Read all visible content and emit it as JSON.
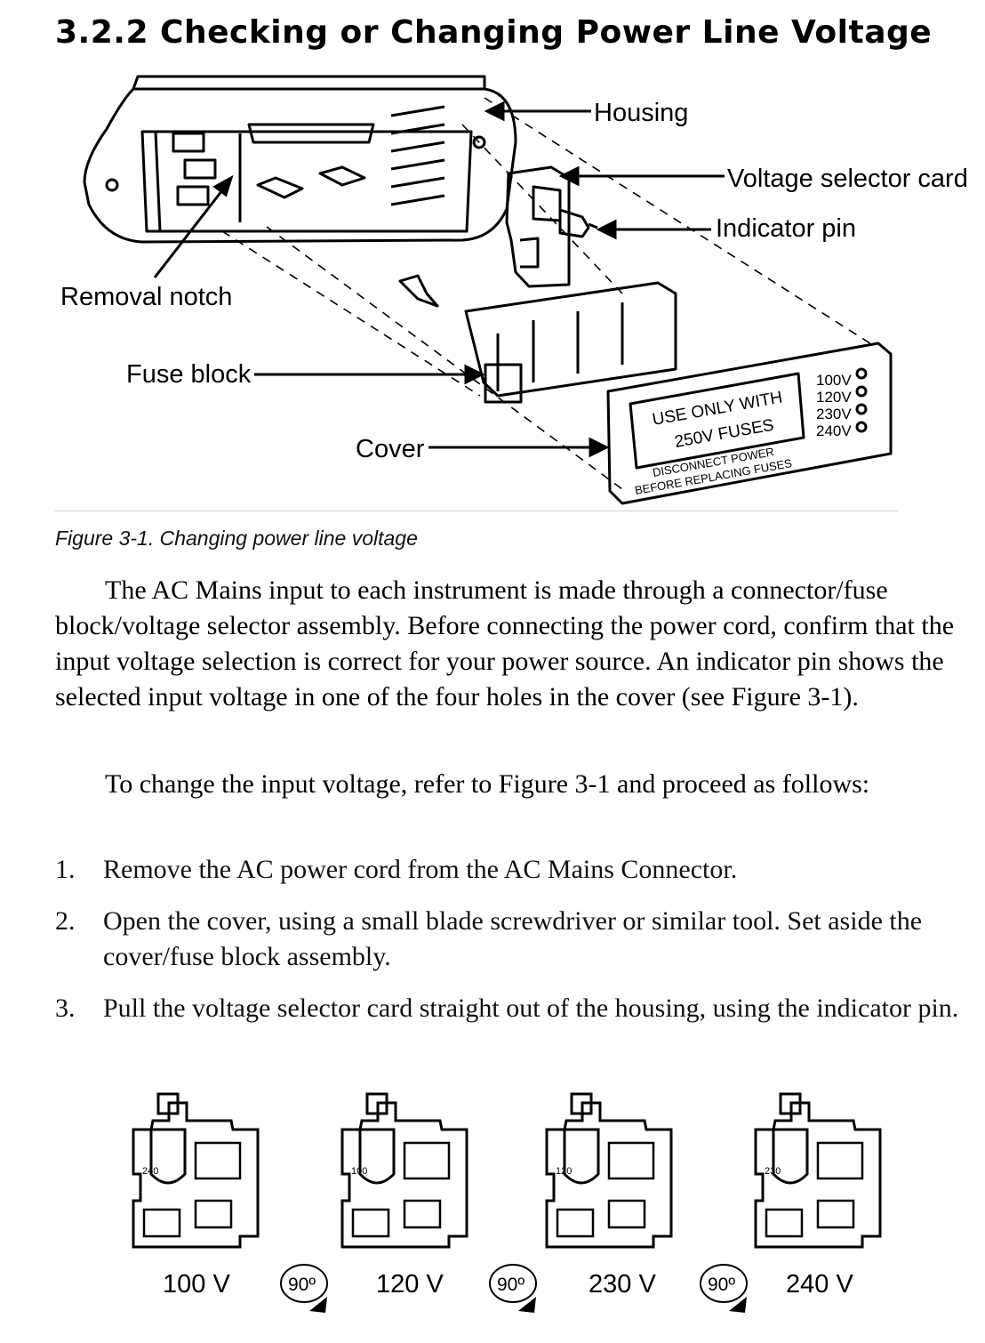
{
  "heading": "3.2.2  Checking or Changing Power Line Voltage",
  "figure": {
    "labels": {
      "housing": "Housing",
      "voltage_selector_card": "Voltage selector card",
      "indicator_pin": "Indicator pin",
      "removal_notch": "Removal notch",
      "fuse_block": "Fuse block",
      "cover": "Cover"
    },
    "cover_text": {
      "line1": "USE ONLY WITH",
      "line2": "250V FUSES",
      "line3": "DISCONNECT POWER",
      "line4": "BEFORE REPLACING FUSES"
    },
    "voltages": [
      "100V",
      "120V",
      "230V",
      "240V"
    ],
    "caption": "Figure 3-1. Changing power line voltage"
  },
  "paragraphs": [
    "The AC Mains input to each instrument is made through a connector/fuse block/voltage selector assembly. Before connecting the power cord, confirm that the input voltage selection is correct for your power source. An indicator pin shows the selected input voltage in one of the four holes in the cover (see Figure 3-1).",
    "To change the input voltage, refer to Figure 3-1 and proceed as follows:"
  ],
  "steps": [
    {
      "num": "1.",
      "text": "Remove the AC power cord from the AC Mains Connector."
    },
    {
      "num": "2.",
      "text": "Open the cover, using a small blade screwdriver or similar tool. Set aside the cover/fuse block assembly."
    },
    {
      "num": "3.",
      "text": "Pull the voltage selector card straight out of the housing, using the indicator pin."
    }
  ],
  "cards": {
    "labels": [
      "100 V",
      "120 V",
      "230 V",
      "240 V"
    ],
    "rotation": "90º",
    "edge_marks": [
      "240",
      "100",
      "120",
      "230"
    ]
  }
}
